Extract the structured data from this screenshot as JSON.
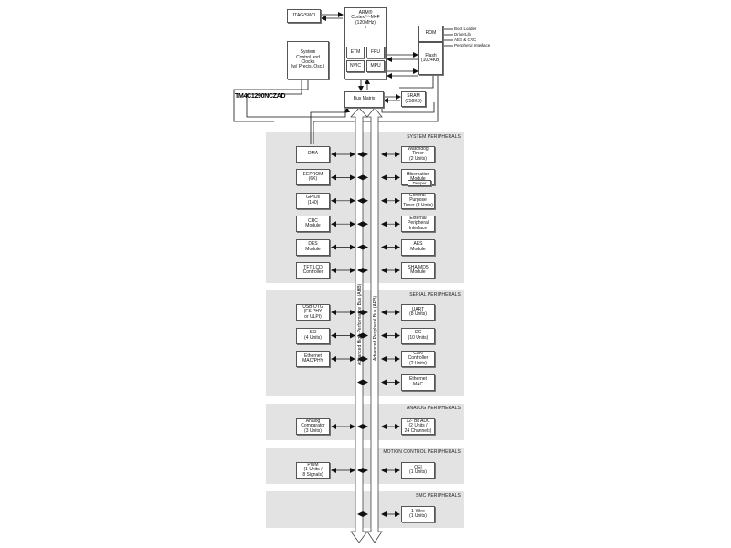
{
  "part_number": "TM4C1290NCZAD",
  "jtag": "JTAG/SWD",
  "cpu": {
    "title": "ARM®\nCortex™-M4F\n(120MHz)\n)",
    "etm": "ETM",
    "fpu": "FPU",
    "nvic": "NVIC",
    "mpu": "MPU"
  },
  "rom": "ROM",
  "flash": "Flash\n(1024KB)",
  "sysctl": "System\nControl and\nClocks\n(w/ Precis. Osc.)",
  "bus_matrix": "Bus Matrix",
  "sram": "SRAM\n(256KB)",
  "buses": {
    "ahb": "Advanced High-Performance Bus (AHB)",
    "apb": "Advanced Peripheral Bus (APB)"
  },
  "sections": {
    "system": {
      "title": "SYSTEM PERIPHERALS",
      "left": [
        "DMA",
        "EEPROM\n(6K)",
        "GPIOs\n(140)",
        "CRC\nModule",
        "DES\nModule",
        "TFT LCD\nController"
      ],
      "right": [
        "Watchdog\nTimer\n(2 Units)",
        "Hibernation\nModule",
        "General-\nPurpose\nTimer (8 Units)",
        "External\nPeripheral\nInterface",
        "AES\nModule",
        "SHA/MD5\nModule"
      ],
      "tamper": "Tamper"
    },
    "serial": {
      "title": "SERIAL PERIPHERALS",
      "left": [
        "USB OTG\n(FS PHY\nor ULPI)",
        "SSI\n(4 Units)",
        "Ethernet\nMAC/PHY"
      ],
      "right": [
        "UART\n(8 Units)",
        "I2C\n(10 Units)",
        "CAN\nController\n(2 Units)",
        "Ethernet\nMAC"
      ]
    },
    "analog": {
      "title": "ANALOG PERIPHERALS",
      "left": [
        "Analog\nComparator\n(3 Units)"
      ],
      "right": [
        "12- Bit ADC\n(2 Units /\n24 Channels)"
      ]
    },
    "motion": {
      "title": "MOTION CONTROL PERIPHERALS",
      "left": [
        "PWM\n(1 Units /\n8 Signals)"
      ],
      "right": [
        "QEI\n(1 Units)"
      ]
    },
    "smc": {
      "title": "SMC PERIPHERALS",
      "right": [
        "1-Wire\n(1 Units)"
      ]
    }
  },
  "rom_labels": [
    "Boot Loader",
    "DriverLib",
    "AES & CRC",
    "Peripheral Interface"
  ]
}
